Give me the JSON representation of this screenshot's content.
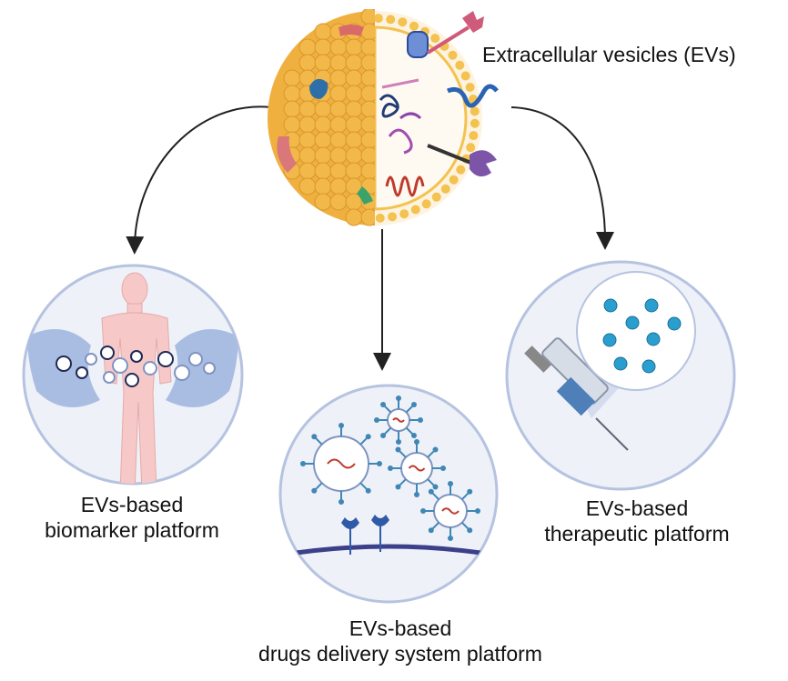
{
  "ev": {
    "title": "Extracellular vesicles (EVs)"
  },
  "platforms": {
    "biomarker": {
      "line1": "EVs-based",
      "line2": "biomarker platform"
    },
    "drug_delivery": {
      "line1": "EVs-based",
      "line2": "drugs delivery system platform"
    },
    "therapeutic": {
      "line1": "EVs-based",
      "line2": "therapeutic platform"
    }
  },
  "colors": {
    "vesicle_orange": "#f0b040",
    "membrane_bead": "#f3c24f",
    "panel_fill": "#eef1f8",
    "panel_ring": "#b6c3e0",
    "arrow": "#222222",
    "protein_blue": "#3a78b8",
    "rna_red": "#c0392b"
  },
  "icons": [
    "ev-vesicle-icon",
    "human-body-icon",
    "syringe-icon",
    "receptor-icon",
    "nucleic-acid-icon"
  ]
}
